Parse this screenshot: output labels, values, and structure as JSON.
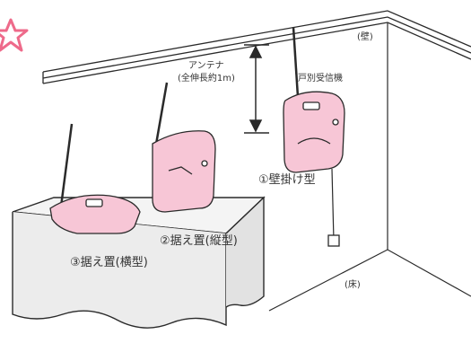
{
  "labels": {
    "wall": "(壁)",
    "floor": "(床)",
    "antenna_line1": "アンテナ",
    "antenna_line2": "(全伸長約1m)",
    "receiver": "戸別受信機",
    "wall_mount": "①壁掛け型",
    "stand_vertical": "②据え置(縦型)",
    "stand_horizontal": "③据え置(横型)"
  },
  "colors": {
    "device": "#f7c6d6",
    "star": "#ee6a8a",
    "line": "#2a2a2a",
    "table_shadow": "#cccccc"
  },
  "icons": {
    "corner_mark": "star-icon",
    "height_arrow": "double-arrow-icon"
  }
}
